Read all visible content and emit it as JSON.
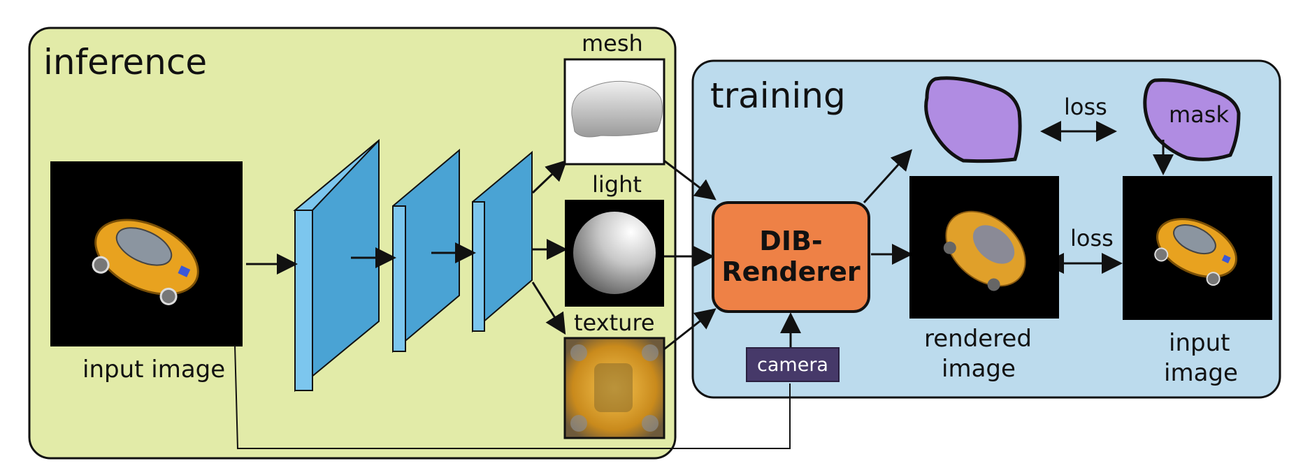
{
  "panels": {
    "inference": {
      "title": "inference",
      "fill": "#e2eba8"
    },
    "training": {
      "title": "training",
      "fill": "#bcdbed"
    }
  },
  "labels": {
    "mesh": "mesh",
    "light": "light",
    "texture": "texture",
    "input_image_left": "input image",
    "rendered_line1": "rendered",
    "rendered_line2": "image",
    "input_right_line1": "input",
    "input_right_line2": "image",
    "loss_top": "loss",
    "loss_mid": "loss",
    "mask": "mask",
    "camera": "camera",
    "renderer_line1": "DIB-",
    "renderer_line2": "Renderer"
  },
  "colors": {
    "encoder_block": "#4aa3d4",
    "encoder_block_light": "#7cc6ee",
    "renderer": "#ee8146",
    "mask_shape": "#b08ce2",
    "camera_box": "#463969",
    "car_body": "#e8a21f"
  },
  "icons": {
    "car_image": "car-thumbnail",
    "mesh_image": "car-mesh-thumbnail",
    "light_image": "sphere-shading-thumbnail",
    "texture_image": "texture-map-thumbnail",
    "mask_shape": "silhouette-blob"
  }
}
